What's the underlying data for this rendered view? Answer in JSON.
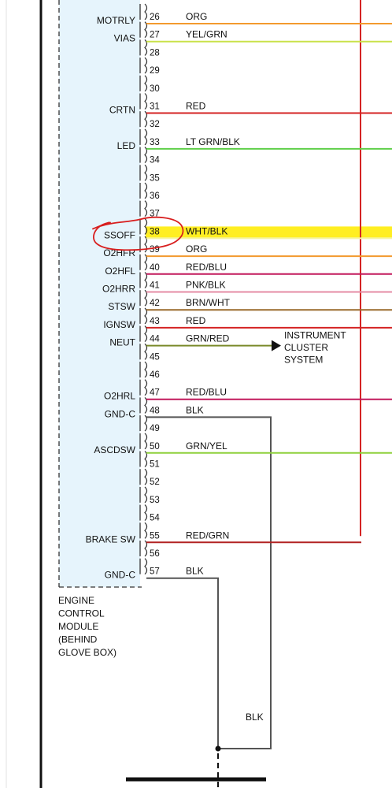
{
  "module": {
    "caption": [
      "ENGINE",
      "CONTROL",
      "MODULE",
      "(BEHIND",
      "GLOVE BOX)"
    ],
    "fill_color": "#e6f4fc"
  },
  "pins": [
    {
      "number": "26",
      "signal": "MOTRLY",
      "wire": "ORG",
      "color": "#f39a2e"
    },
    {
      "number": "27",
      "signal": "VIAS",
      "wire": "YEL/GRN",
      "color": "#c9e24a"
    },
    {
      "number": "28",
      "signal": "",
      "wire": "",
      "color": ""
    },
    {
      "number": "29",
      "signal": "",
      "wire": "",
      "color": ""
    },
    {
      "number": "30",
      "signal": "",
      "wire": "",
      "color": ""
    },
    {
      "number": "31",
      "signal": "CRTN",
      "wire": "RED",
      "color": "#d42323"
    },
    {
      "number": "32",
      "signal": "",
      "wire": "",
      "color": ""
    },
    {
      "number": "33",
      "signal": "LED",
      "wire": "LT GRN/BLK",
      "color": "#5fcf4a"
    },
    {
      "number": "34",
      "signal": "",
      "wire": "",
      "color": ""
    },
    {
      "number": "35",
      "signal": "",
      "wire": "",
      "color": ""
    },
    {
      "number": "36",
      "signal": "",
      "wire": "",
      "color": ""
    },
    {
      "number": "37",
      "signal": "",
      "wire": "",
      "color": ""
    },
    {
      "number": "38",
      "signal": "SSOFF",
      "wire": "WHT/BLK",
      "color": "#ffffff"
    },
    {
      "number": "39",
      "signal": "O2HFR",
      "wire": "ORG",
      "color": "#f39a2e"
    },
    {
      "number": "40",
      "signal": "O2HFL",
      "wire": "RED/BLU",
      "color": "#c2185b"
    },
    {
      "number": "41",
      "signal": "O2HRR",
      "wire": "PNK/BLK",
      "color": "#e58ca4"
    },
    {
      "number": "42",
      "signal": "STSW",
      "wire": "BRN/WHT",
      "color": "#9a6a2c"
    },
    {
      "number": "43",
      "signal": "IGNSW",
      "wire": "RED",
      "color": "#d42323"
    },
    {
      "number": "44",
      "signal": "NEUT",
      "wire": "GRN/RED",
      "color": "#7a8a2a"
    },
    {
      "number": "45",
      "signal": "",
      "wire": "",
      "color": ""
    },
    {
      "number": "46",
      "signal": "",
      "wire": "",
      "color": ""
    },
    {
      "number": "47",
      "signal": "O2HRL",
      "wire": "RED/BLU",
      "color": "#c2185b"
    },
    {
      "number": "48",
      "signal": "GND-C",
      "wire": "BLK",
      "color": "#555555"
    },
    {
      "number": "49",
      "signal": "",
      "wire": "",
      "color": ""
    },
    {
      "number": "50",
      "signal": "ASCDSW",
      "wire": "GRN/YEL",
      "color": "#8fd13c"
    },
    {
      "number": "51",
      "signal": "",
      "wire": "",
      "color": ""
    },
    {
      "number": "52",
      "signal": "",
      "wire": "",
      "color": ""
    },
    {
      "number": "53",
      "signal": "",
      "wire": "",
      "color": ""
    },
    {
      "number": "54",
      "signal": "",
      "wire": "",
      "color": ""
    },
    {
      "number": "55",
      "signal": "BRAKE SW",
      "wire": "RED/GRN",
      "color": "#b22222"
    },
    {
      "number": "56",
      "signal": "",
      "wire": "",
      "color": ""
    },
    {
      "number": "57",
      "signal": "GND-C",
      "wire": "BLK",
      "color": "#555555"
    }
  ],
  "destination": {
    "lines": [
      "INSTRUMENT",
      "CLUSTER",
      "SYSTEM"
    ]
  },
  "ground_wire": {
    "label": "BLK",
    "color": "#555555"
  },
  "colors": {
    "highlight": "#ffee22",
    "markup": "#d81e1e",
    "red_bus": "#d42323",
    "ink": "#111111"
  }
}
